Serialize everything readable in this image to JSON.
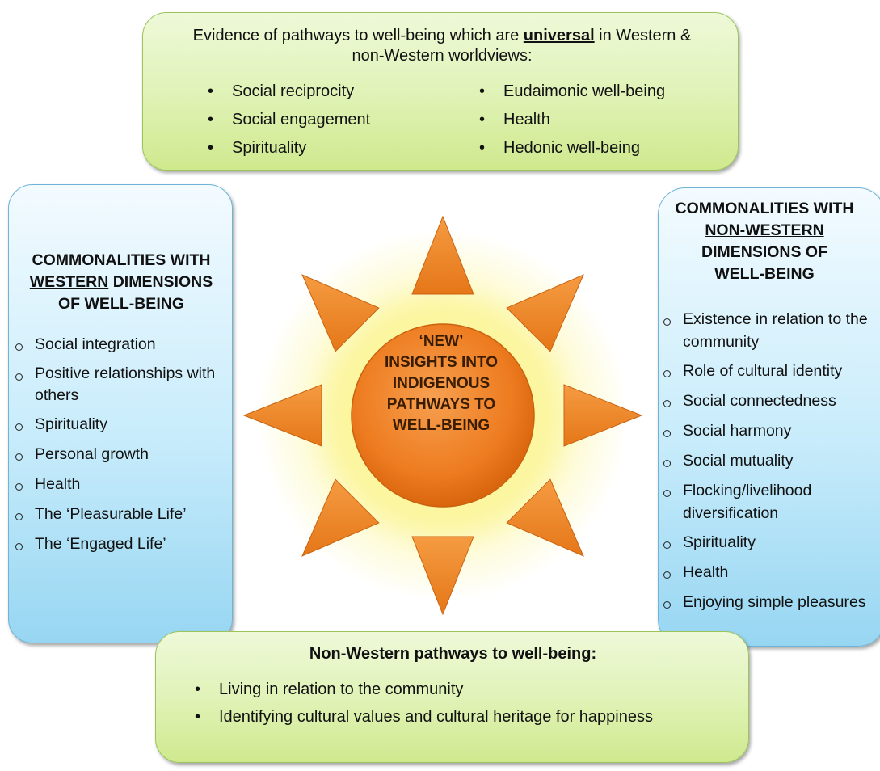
{
  "top": {
    "heading_pre": "Evidence of pathways to well-being which are ",
    "heading_emph": "universal",
    "heading_post": " in Western &",
    "heading_line2": "non-Western worldviews:",
    "col1": [
      "Social reciprocity",
      "Social engagement",
      "Spirituality"
    ],
    "col2": [
      "Eudaimonic well-being",
      "Health",
      "Hedonic well-being"
    ]
  },
  "left": {
    "heading_line1": "COMMONALITIES WITH",
    "heading_underlined": "WESTERN",
    "heading_line2_rest": " DIMENSIONS",
    "heading_line3": "OF WELL-BEING",
    "items": [
      "Social integration",
      "Positive relationships with others",
      "Spirituality",
      "Personal growth",
      "Health",
      "The ‘Pleasurable Life’",
      "The ‘Engaged Life’"
    ]
  },
  "right": {
    "heading_line1": "COMMONALITIES WITH",
    "heading_underlined": "NON-WESTERN",
    "heading_line3": "DIMENSIONS OF",
    "heading_line4": "WELL-BEING",
    "items": [
      "Existence in relation to the community",
      "Role of cultural identity",
      "Social connectedness",
      "Social harmony",
      "Social mutuality",
      "Flocking/livelihood diversification",
      "Spirituality",
      "Health",
      "Enjoying simple pleasures"
    ]
  },
  "center": {
    "lines": [
      "‘NEW’",
      "INSIGHTS INTO",
      "INDIGENOUS",
      "PATHWAYS TO",
      "WELL-BEING"
    ]
  },
  "bottom": {
    "heading": "Non-Western pathways to well-being:",
    "items": [
      "Living in relation to the community",
      "Identifying cultural values and cultural heritage for happiness"
    ]
  },
  "colors": {
    "sun_core": "#ef7f22",
    "sun_ray": "#f28a2c",
    "glow": "#fbf59a",
    "green_box": "#dff2b4",
    "blue_box": "#c8ecfb"
  }
}
